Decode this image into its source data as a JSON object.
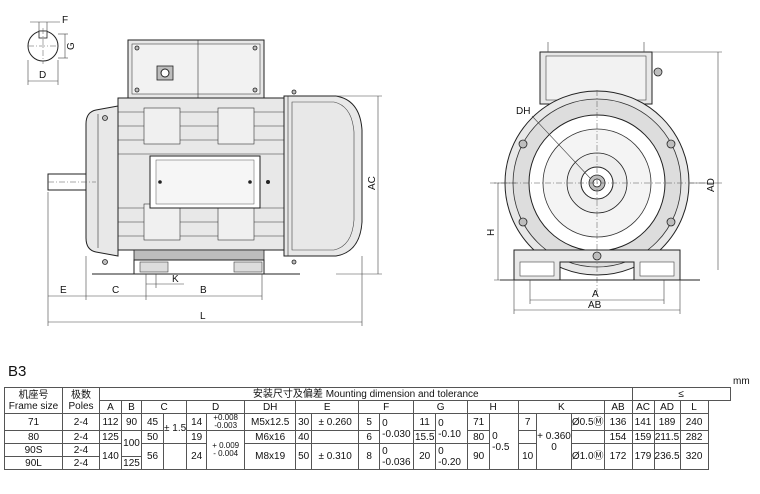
{
  "drawing": {
    "keyway_labels": {
      "f": "F",
      "g": "G",
      "d": "D"
    },
    "side_labels": {
      "e": "E",
      "c": "C",
      "k": "K",
      "b": "B",
      "l": "L",
      "ac": "AC"
    },
    "front_labels": {
      "dh": "DH",
      "h": "H",
      "a": "A",
      "ab": "AB",
      "ad": "AD"
    }
  },
  "table": {
    "title": "B3",
    "unit": "mm",
    "header": {
      "frame_size_cn": "机座号",
      "frame_size_en": "Frame size",
      "poles_cn": "极数",
      "poles_en": "Poles",
      "mounting": "安装尺寸及偏差  Mounting dimension and tolerance",
      "le": "≤",
      "columns": [
        "A",
        "B",
        "C",
        "D",
        "DH",
        "E",
        "F",
        "G",
        "H",
        "K",
        "AB",
        "AC",
        "AD",
        "L"
      ]
    },
    "rows": [
      {
        "frame": "71",
        "poles": "2-4",
        "a": "112",
        "b": "90",
        "c": "45",
        "d": "14",
        "dtol": "+0.008\n-0.003",
        "dh": "M5x12.5",
        "e": "30",
        "f": "5",
        "g": "11",
        "h": "71",
        "k": "7",
        "kpos": "Ø0.5Ⓜ",
        "ab": "136",
        "ac": "141",
        "ad": "189",
        "l": "240"
      },
      {
        "frame": "80",
        "poles": "2-4",
        "a": "125",
        "c": "50",
        "d": "19",
        "dh": "M6x16",
        "e": "40",
        "f": "6",
        "g": "15.5",
        "h": "80",
        "ab": "154",
        "ac": "159",
        "ad": "211.5",
        "l": "282"
      },
      {
        "frame": "90S",
        "poles": "2-4",
        "b": "100",
        "d": "24",
        "dh": "M8x19",
        "e": "50",
        "f": "8",
        "g": "20",
        "h": "90",
        "k": "10",
        "kpos": "Ø1.0Ⓜ",
        "ab": "172",
        "ac": "179",
        "ad": "236.5",
        "l": "320"
      },
      {
        "frame": "90L",
        "poles": "2-4",
        "a": "140",
        "b": "125",
        "c": "56"
      }
    ],
    "tolerances": {
      "c": "± 1.5",
      "d_90": "+ 0.009\n- 0.004",
      "e_71_80": "± 0.260",
      "e_90": "± 0.310",
      "f_71_80": "0\n-0.030",
      "f_90": "0\n-0.036",
      "g_71_80": "0\n-0.10",
      "g_90": "0\n-0.20",
      "h": "0\n-0.5",
      "k": "+ 0.360\n0"
    }
  }
}
